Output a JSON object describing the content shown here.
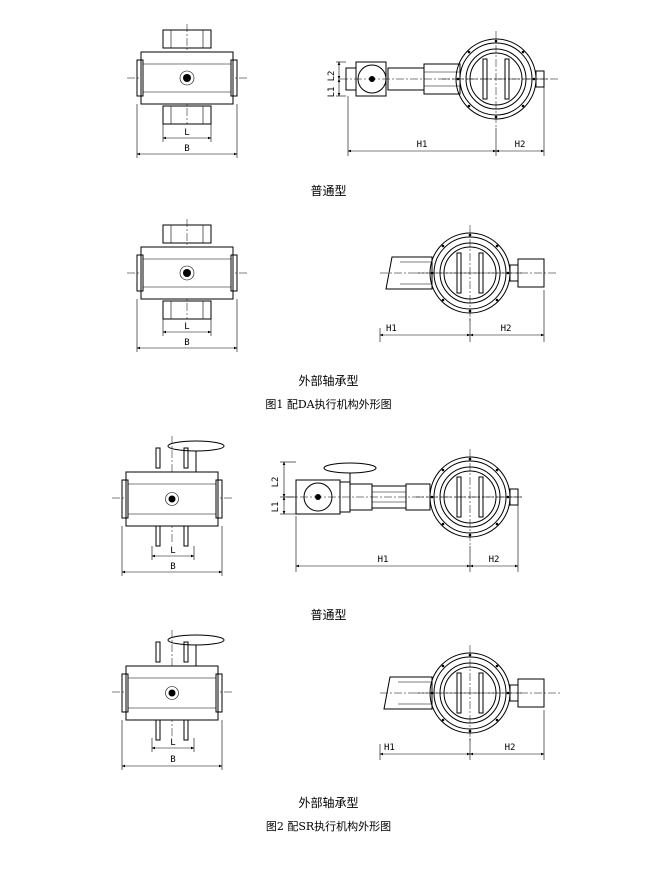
{
  "dimension_labels": {
    "L": "L",
    "B": "B",
    "H1": "H1",
    "H2": "H2",
    "L1": "L1",
    "L2": "L2"
  },
  "figure1": {
    "subtitle_standard": "普通型",
    "subtitle_external": "外部轴承型",
    "caption": "图1  配DA执行机构外形图"
  },
  "figure2": {
    "subtitle_standard": "普通型",
    "subtitle_external": "外部轴承型",
    "caption": "图2  配SR执行机构外形图"
  }
}
